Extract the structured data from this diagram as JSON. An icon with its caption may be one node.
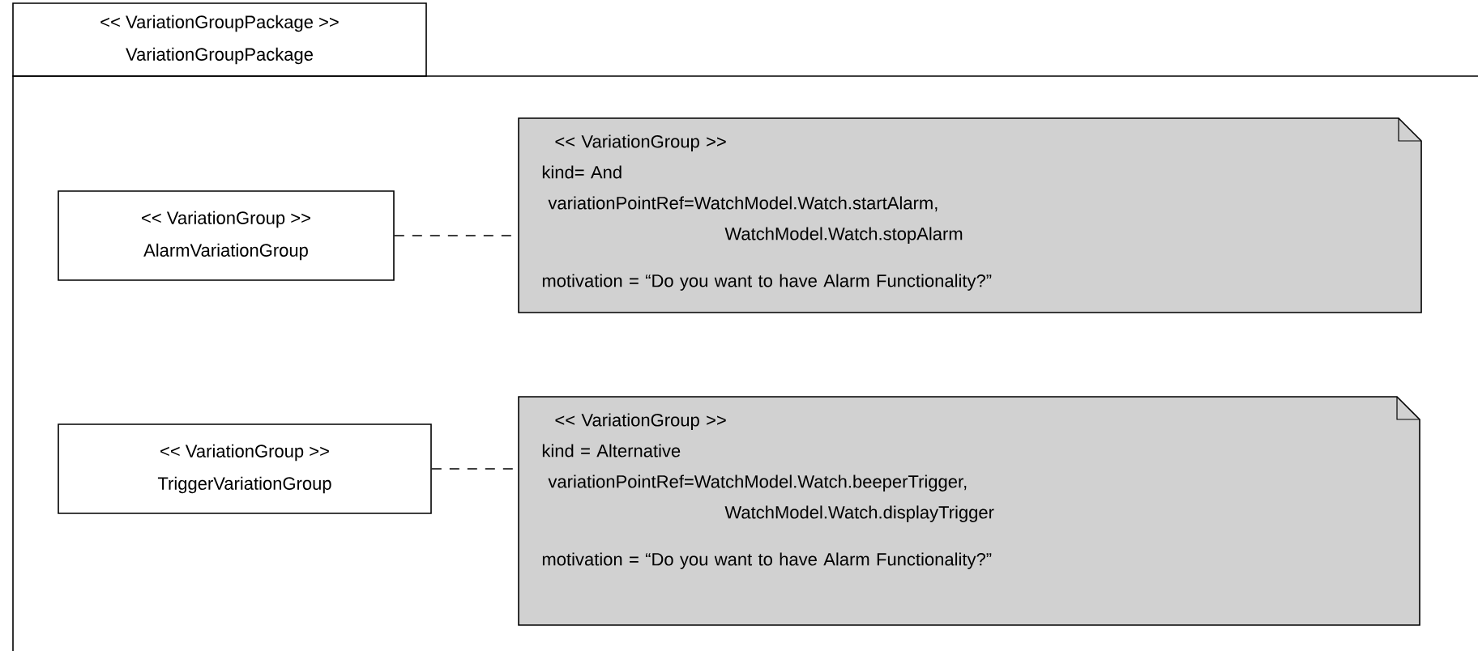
{
  "diagram": {
    "nodes": [
      {
        "text": [
          "<< VariationGroupPackage >>",
          "VariationGroupPackage"
        ]
      },
      {
        "text": [
          "<< VariationGroup >>",
          "AlarmVariationGroup"
        ],
        "in": 0
      },
      {
        "text": [
          "<< VariationGroup >>",
          "kind= And",
          "variationPointRef=WatchModel.Watch.startAlarm, WatchModel.Watch.stopAlarm",
          "motivation = “Do you want to have Alarm Functionality?”"
        ],
        "in": 0
      },
      {
        "text": [
          "<< VariationGroup >>",
          "TriggerVariationGroup"
        ],
        "in": 0
      },
      {
        "text": [
          "<< VariationGroup >>",
          "kind = Alternative",
          "variationPointRef=WatchModel.Watch.beeperTrigger, WatchModel.Watch.displayTrigger",
          "motivation = “Do you want to have Alarm Functionality?”"
        ],
        "in": 0
      }
    ],
    "edges": [
      {
        "from": 1,
        "to": 2,
        "arrow": "none",
        "style": "dashed"
      },
      {
        "from": 3,
        "to": 4,
        "arrow": "none",
        "style": "dashed"
      }
    ]
  }
}
